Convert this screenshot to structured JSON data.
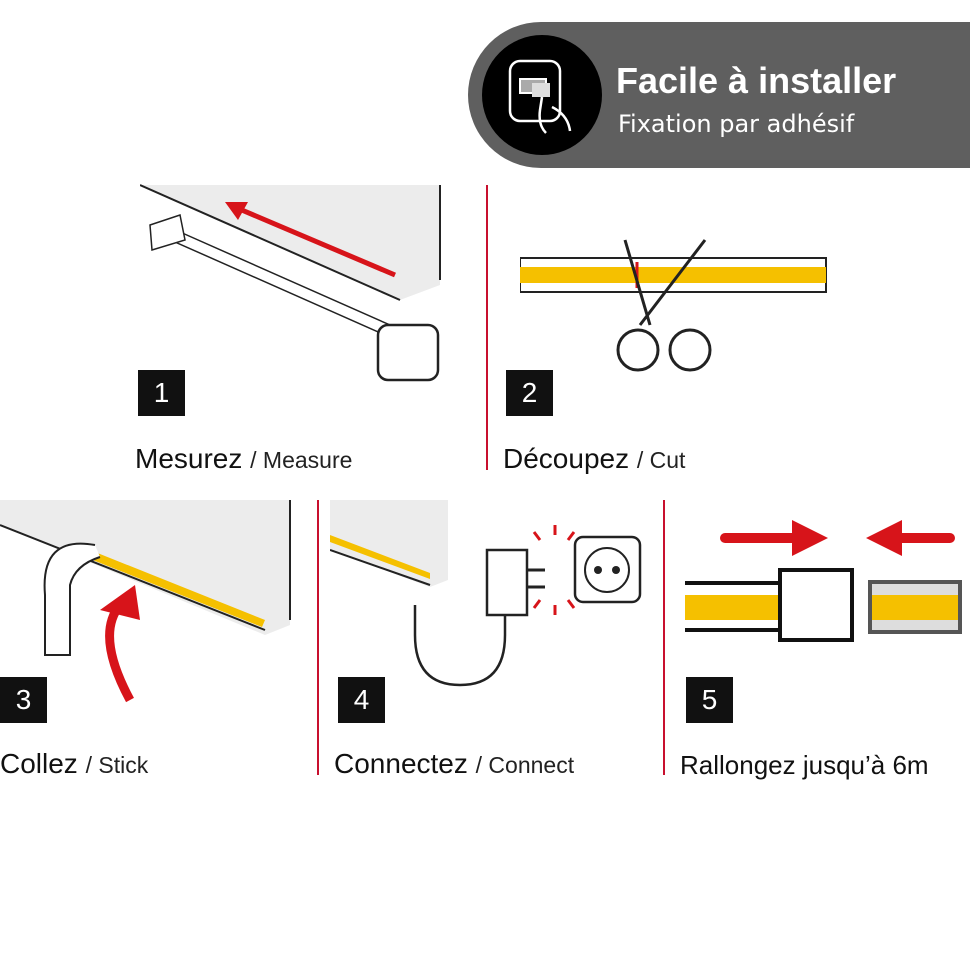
{
  "banner": {
    "title": "Facile à installer",
    "subtitle": "Fixation par adhésif",
    "icon": "hand-applying-adhesive-icon"
  },
  "steps": [
    {
      "number": "1",
      "label_fr": "Mesurez",
      "label_en": "/ Measure",
      "icon": "tape-measure-icon"
    },
    {
      "number": "2",
      "label_fr": "Découpez",
      "label_en": "/ Cut",
      "icon": "scissors-icon"
    },
    {
      "number": "3",
      "label_fr": "Collez",
      "label_en": "/ Stick",
      "icon": "adhesive-strip-icon"
    },
    {
      "number": "4",
      "label_fr": "Connectez",
      "label_en": "/ Connect",
      "icon": "power-adapter-icon"
    },
    {
      "number": "5",
      "label_fr": "Rallongez jusqu’à 6m",
      "label_en": "",
      "icon": "connector-icon"
    }
  ],
  "colors": {
    "accent": "#d7141a",
    "strip": "#f5c000",
    "banner": "#5f5f5f"
  }
}
